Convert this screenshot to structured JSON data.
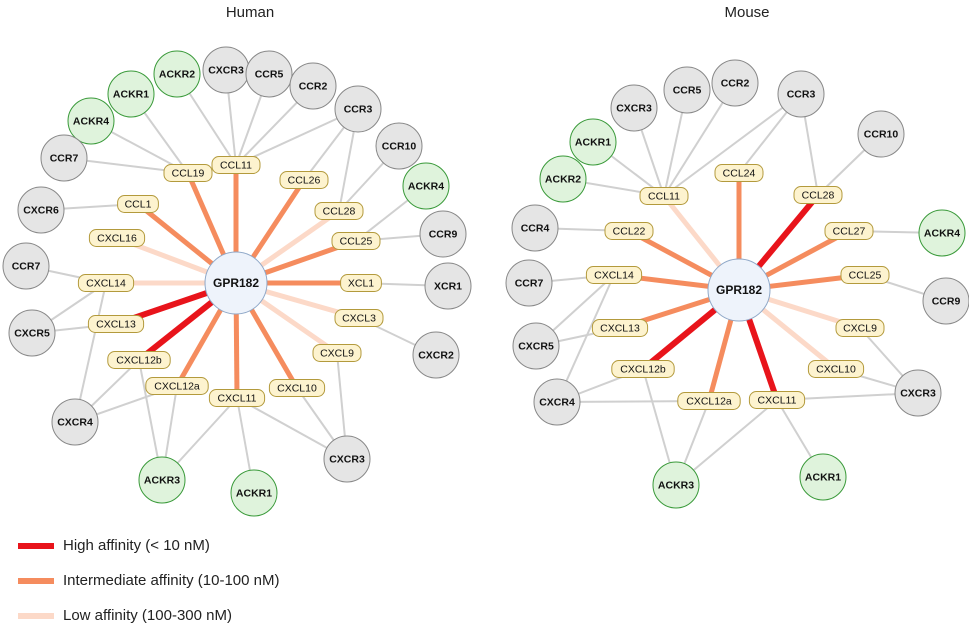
{
  "colors": {
    "high": "#e8141b",
    "intermediate": "#f58c5e",
    "low": "#fcd9c8",
    "link": "#d0d0d0",
    "receptor_fill": "#e5e5e5",
    "receptor_stroke": "#888888",
    "atypical_fill": "#dff3dc",
    "atypical_stroke": "#3a9a3a",
    "ligand_fill": "#fdf3cf",
    "ligand_stroke": "#b39a3c",
    "hub_fill": "#eef3fb",
    "hub_stroke": "#8fa8c8"
  },
  "legend": [
    {
      "key": "high",
      "label": "High affinity (< 10 nM)"
    },
    {
      "key": "intermediate",
      "label": "Intermediate affinity (10-100 nM)"
    },
    {
      "key": "low",
      "label": "Low affinity (100-300 nM)"
    }
  ],
  "panels": [
    {
      "id": "human",
      "title": "Human",
      "hub": "GPR182",
      "ligands": [
        {
          "id": "CCL19",
          "label": "CCL19",
          "affinity": "intermediate"
        },
        {
          "id": "CCL11",
          "label": "CCL11",
          "affinity": "intermediate"
        },
        {
          "id": "CCL26",
          "label": "CCL26",
          "affinity": "intermediate"
        },
        {
          "id": "CCL1",
          "label": "CCL1",
          "affinity": "intermediate"
        },
        {
          "id": "CCL28",
          "label": "CCL28",
          "affinity": "low"
        },
        {
          "id": "CXCL16",
          "label": "CXCL16",
          "affinity": "low"
        },
        {
          "id": "CCL25",
          "label": "CCL25",
          "affinity": "intermediate"
        },
        {
          "id": "CXCL14",
          "label": "CXCL14",
          "affinity": "low"
        },
        {
          "id": "XCL1",
          "label": "XCL1",
          "affinity": "intermediate"
        },
        {
          "id": "CXCL13",
          "label": "CXCL13",
          "affinity": "high"
        },
        {
          "id": "CXCL3",
          "label": "CXCL3",
          "affinity": "low"
        },
        {
          "id": "CXCL12b",
          "label": "CXCL12b",
          "affinity": "high"
        },
        {
          "id": "CXCL9",
          "label": "CXCL9",
          "affinity": "low"
        },
        {
          "id": "CXCL12a",
          "label": "CXCL12a",
          "affinity": "intermediate"
        },
        {
          "id": "CXCL10",
          "label": "CXCL10",
          "affinity": "intermediate"
        },
        {
          "id": "CXCL11",
          "label": "CXCL11",
          "affinity": "intermediate"
        }
      ],
      "receptors": [
        {
          "id": "ACKR2",
          "label": "ACKR2",
          "atypical": true
        },
        {
          "id": "CXCR3a",
          "label": "CXCR3",
          "atypical": false
        },
        {
          "id": "CCR5",
          "label": "CCR5",
          "atypical": false
        },
        {
          "id": "ACKR1a",
          "label": "ACKR1",
          "atypical": true
        },
        {
          "id": "CCR2",
          "label": "CCR2",
          "atypical": false
        },
        {
          "id": "CCR3",
          "label": "CCR3",
          "atypical": false
        },
        {
          "id": "ACKR4a",
          "label": "ACKR4",
          "atypical": true
        },
        {
          "id": "CCR10",
          "label": "CCR10",
          "atypical": false
        },
        {
          "id": "CCR7a",
          "label": "CCR7",
          "atypical": false
        },
        {
          "id": "ACKR4b",
          "label": "ACKR4",
          "atypical": true
        },
        {
          "id": "CXCR6",
          "label": "CXCR6",
          "atypical": false
        },
        {
          "id": "CCR9",
          "label": "CCR9",
          "atypical": false
        },
        {
          "id": "CCR7b",
          "label": "CCR7",
          "atypical": false
        },
        {
          "id": "XCR1",
          "label": "XCR1",
          "atypical": false
        },
        {
          "id": "CXCR5",
          "label": "CXCR5",
          "atypical": false
        },
        {
          "id": "CXCR2",
          "label": "CXCR2",
          "atypical": false
        },
        {
          "id": "CXCR4",
          "label": "CXCR4",
          "atypical": false
        },
        {
          "id": "CXCR3b",
          "label": "CXCR3",
          "atypical": false
        },
        {
          "id": "ACKR3",
          "label": "ACKR3",
          "atypical": true
        },
        {
          "id": "ACKR1b",
          "label": "ACKR1",
          "atypical": true
        }
      ],
      "links": [
        [
          "CCL19",
          "ACKR1a"
        ],
        [
          "CCL19",
          "ACKR4a"
        ],
        [
          "CCL19",
          "CCR7a"
        ],
        [
          "CCL11",
          "ACKR2"
        ],
        [
          "CCL11",
          "CXCR3a"
        ],
        [
          "CCL11",
          "CCR5"
        ],
        [
          "CCL11",
          "CCR2"
        ],
        [
          "CCL11",
          "CCR3"
        ],
        [
          "CCL26",
          "CCR3"
        ],
        [
          "CCL1",
          "CXCR6"
        ],
        [
          "CCL28",
          "CCR3"
        ],
        [
          "CCL28",
          "CCR10"
        ],
        [
          "CCL25",
          "ACKR4b"
        ],
        [
          "CCL25",
          "CCR9"
        ],
        [
          "CXCL14",
          "CCR7b"
        ],
        [
          "CXCL14",
          "CXCR5"
        ],
        [
          "CXCL14",
          "CXCR4"
        ],
        [
          "XCL1",
          "XCR1"
        ],
        [
          "CXCL13",
          "CXCR5"
        ],
        [
          "CXCL3",
          "CXCR2"
        ],
        [
          "CXCL12b",
          "CXCR4"
        ],
        [
          "CXCL12b",
          "ACKR3"
        ],
        [
          "CXCL12a",
          "CXCR4"
        ],
        [
          "CXCL12a",
          "ACKR3"
        ],
        [
          "CXCL9",
          "CXCR3b"
        ],
        [
          "CXCL10",
          "CXCR3b"
        ],
        [
          "CXCL11",
          "ACKR3"
        ],
        [
          "CXCL11",
          "ACKR1b"
        ],
        [
          "CXCL11",
          "CXCR3b"
        ]
      ]
    },
    {
      "id": "mouse",
      "title": "Mouse",
      "hub": "GPR182",
      "ligands": [
        {
          "id": "CCL11",
          "label": "CCL11",
          "affinity": "low"
        },
        {
          "id": "CCL24",
          "label": "CCL24",
          "affinity": "intermediate"
        },
        {
          "id": "CCL28",
          "label": "CCL28",
          "affinity": "high"
        },
        {
          "id": "CCL22",
          "label": "CCL22",
          "affinity": "intermediate"
        },
        {
          "id": "CCL27",
          "label": "CCL27",
          "affinity": "intermediate"
        },
        {
          "id": "CXCL14",
          "label": "CXCL14",
          "affinity": "intermediate"
        },
        {
          "id": "CCL25",
          "label": "CCL25",
          "affinity": "intermediate"
        },
        {
          "id": "CXCL13",
          "label": "CXCL13",
          "affinity": "intermediate"
        },
        {
          "id": "CXCL9",
          "label": "CXCL9",
          "affinity": "low"
        },
        {
          "id": "CXCL12b",
          "label": "CXCL12b",
          "affinity": "high"
        },
        {
          "id": "CXCL10",
          "label": "CXCL10",
          "affinity": "low"
        },
        {
          "id": "CXCL12a",
          "label": "CXCL12a",
          "affinity": "intermediate"
        },
        {
          "id": "CXCL11",
          "label": "CXCL11",
          "affinity": "high"
        }
      ],
      "receptors": [
        {
          "id": "CCR5",
          "label": "CCR5",
          "atypical": false
        },
        {
          "id": "CCR2",
          "label": "CCR2",
          "atypical": false
        },
        {
          "id": "CCR3",
          "label": "CCR3",
          "atypical": false
        },
        {
          "id": "CXCR3a",
          "label": "CXCR3",
          "atypical": false
        },
        {
          "id": "ACKR1a",
          "label": "ACKR1",
          "atypical": true
        },
        {
          "id": "CCR10",
          "label": "CCR10",
          "atypical": false
        },
        {
          "id": "ACKR2",
          "label": "ACKR2",
          "atypical": true
        },
        {
          "id": "CCR4",
          "label": "CCR4",
          "atypical": false
        },
        {
          "id": "ACKR4",
          "label": "ACKR4",
          "atypical": true
        },
        {
          "id": "CCR7",
          "label": "CCR7",
          "atypical": false
        },
        {
          "id": "CCR9",
          "label": "CCR9",
          "atypical": false
        },
        {
          "id": "CXCR5",
          "label": "CXCR5",
          "atypical": false
        },
        {
          "id": "CXCR4",
          "label": "CXCR4",
          "atypical": false
        },
        {
          "id": "CXCR3b",
          "label": "CXCR3",
          "atypical": false
        },
        {
          "id": "ACKR3",
          "label": "ACKR3",
          "atypical": true
        },
        {
          "id": "ACKR1b",
          "label": "ACKR1",
          "atypical": true
        }
      ],
      "links": [
        [
          "CCL11",
          "CCR5"
        ],
        [
          "CCL11",
          "CCR2"
        ],
        [
          "CCL11",
          "CCR3"
        ],
        [
          "CCL11",
          "CXCR3a"
        ],
        [
          "CCL11",
          "ACKR1a"
        ],
        [
          "CCL11",
          "ACKR2"
        ],
        [
          "CCL24",
          "CCR3"
        ],
        [
          "CCL28",
          "CCR3"
        ],
        [
          "CCL28",
          "CCR10"
        ],
        [
          "CCL22",
          "CCR4"
        ],
        [
          "CCL27",
          "ACKR4"
        ],
        [
          "CXCL14",
          "CCR7"
        ],
        [
          "CXCL14",
          "CXCR5"
        ],
        [
          "CXCL14",
          "CXCR4"
        ],
        [
          "CCL25",
          "CCR9"
        ],
        [
          "CXCL13",
          "CXCR5"
        ],
        [
          "CXCL9",
          "CXCR3b"
        ],
        [
          "CXCL12b",
          "ACKR3"
        ],
        [
          "CXCL12b",
          "CXCR4"
        ],
        [
          "CXCL10",
          "CXCR3b"
        ],
        [
          "CXCL12a",
          "ACKR3"
        ],
        [
          "CXCL12a",
          "CXCR4"
        ],
        [
          "CXCL11",
          "CXCR3b"
        ],
        [
          "CXCL11",
          "ACKR3"
        ],
        [
          "CXCL11",
          "ACKR1b"
        ]
      ]
    }
  ]
}
